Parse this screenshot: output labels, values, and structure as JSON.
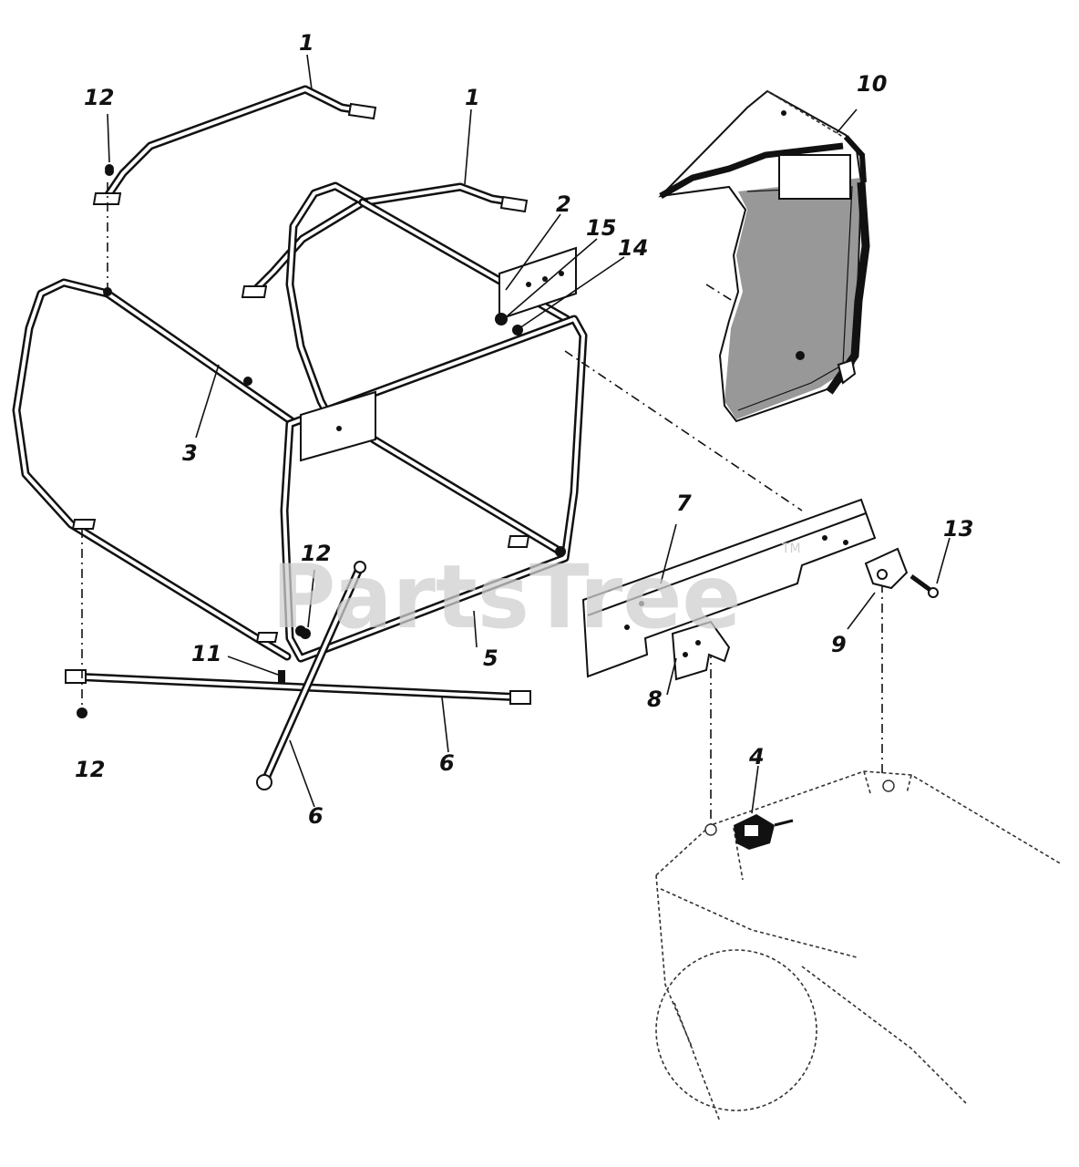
{
  "watermark": {
    "text": "PartsTree",
    "tm": "TM"
  },
  "callouts": [
    {
      "id": "c1a",
      "text": "1"
    },
    {
      "id": "c1b",
      "text": "1"
    },
    {
      "id": "c2",
      "text": "2"
    },
    {
      "id": "c3",
      "text": "3"
    },
    {
      "id": "c4",
      "text": "4"
    },
    {
      "id": "c5",
      "text": "5"
    },
    {
      "id": "c6a",
      "text": "6"
    },
    {
      "id": "c6b",
      "text": "6"
    },
    {
      "id": "c7",
      "text": "7"
    },
    {
      "id": "c8",
      "text": "8"
    },
    {
      "id": "c9",
      "text": "9"
    },
    {
      "id": "c10",
      "text": "10"
    },
    {
      "id": "c11",
      "text": "11"
    },
    {
      "id": "c12a",
      "text": "12"
    },
    {
      "id": "c12b",
      "text": "12"
    },
    {
      "id": "c12c",
      "text": "12"
    },
    {
      "id": "c13",
      "text": "13"
    },
    {
      "id": "c14",
      "text": "14"
    },
    {
      "id": "c15",
      "text": "15"
    }
  ]
}
